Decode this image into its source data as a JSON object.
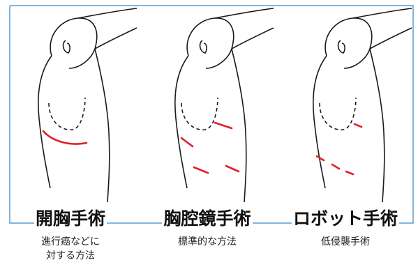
{
  "colors": {
    "frame": "#5b9bd5",
    "incision": "#e0202a",
    "outline": "#1a1a1a"
  },
  "panels": [
    {
      "title": "開胸手術",
      "subtitle": "進行癌などに\n対する方法"
    },
    {
      "title": "胸腔鏡手術",
      "subtitle": "標準的な方法"
    },
    {
      "title": "ロボット手術",
      "subtitle": "低侵襲手術"
    }
  ]
}
